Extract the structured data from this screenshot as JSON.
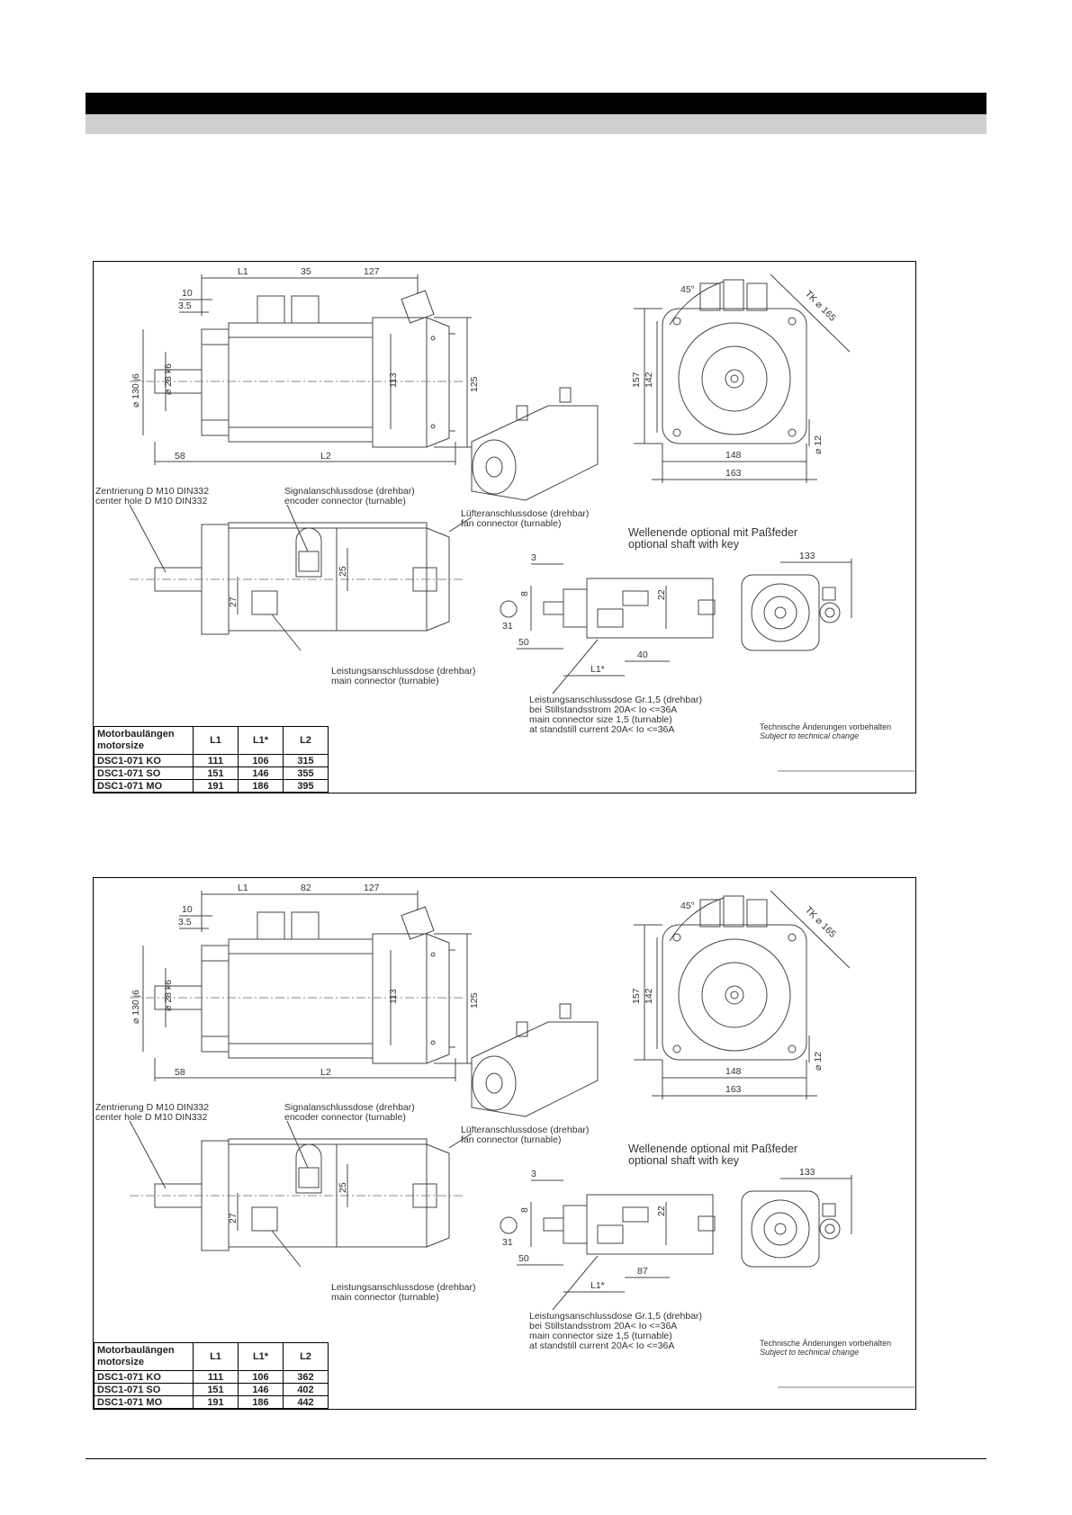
{
  "drawings": [
    {
      "dims": {
        "l1": "L1",
        "mid": "35",
        "right": "127",
        "d10": "10",
        "d35": "3.5",
        "d113": "113",
        "d125": "125",
        "shaft": "⌀ 28 k6",
        "flange": "⌀ 130 j6",
        "d58": "58",
        "l2": "L2",
        "a45": "45°",
        "tk": "TK ⌀ 165",
        "d157": "157",
        "d142": "142",
        "d12": "⌀ 12",
        "d148": "148",
        "d163": "163",
        "d27": "27",
        "d25": "25",
        "s3": "3",
        "s8": "8",
        "s31": "31",
        "s50": "50",
        "s22": "22",
        "s40": "40",
        "sl1s": "L1*",
        "s133": "133"
      },
      "labels": {
        "center_de": "Zentrierung D M10 DIN332",
        "center_en": "center hole D M10 DIN332",
        "signal_de": "Signalanschlussdose (drehbar)",
        "signal_en": "encoder connector (turnable)",
        "fan_de": "Lüfteranschlussdose (drehbar)",
        "fan_en": "fan connector (turnable)",
        "shaft_de": "Wellenende optional mit Paßfeder",
        "shaft_en": "optional shaft with key",
        "power_de": "Leistungsanschlussdose (drehbar)",
        "power_en": "main connector (turnable)",
        "gr_de1": "Leistungsanschlussdose Gr.1,5 (drehbar)",
        "gr_de2": "bei Stillstandsstrom 20A< Io <=36A",
        "gr_en1": "main connector size 1,5 (turnable)",
        "gr_en2": "at standstill current 20A< Io <=36A",
        "tech_de": "Technische Änderungen vorbehalten",
        "tech_en": "Subject to technical change"
      },
      "table": {
        "head1": "Motorbaulängen",
        "head2": "motorsize",
        "cols": [
          "L1",
          "L1*",
          "L2"
        ],
        "rows": [
          {
            "name": "DSC1-071 KO",
            "l1": "111",
            "l1s": "106",
            "l2": "315"
          },
          {
            "name": "DSC1-071 SO",
            "l1": "151",
            "l1s": "146",
            "l2": "355"
          },
          {
            "name": "DSC1-071 MO",
            "l1": "191",
            "l1s": "186",
            "l2": "395"
          }
        ]
      }
    },
    {
      "dims": {
        "l1": "L1",
        "mid": "82",
        "right": "127",
        "d10": "10",
        "d35": "3.5",
        "d113": "113",
        "d125": "125",
        "shaft": "⌀ 28 k6",
        "flange": "⌀ 130 j6",
        "d58": "58",
        "l2": "L2",
        "a45": "45°",
        "tk": "TK ⌀ 165",
        "d157": "157",
        "d142": "142",
        "d12": "⌀ 12",
        "d148": "148",
        "d163": "163",
        "d27": "27",
        "d25": "25",
        "s3": "3",
        "s8": "8",
        "s31": "31",
        "s50": "50",
        "s22": "22",
        "s40": "87",
        "sl1s": "L1*",
        "s133": "133"
      },
      "labels": {
        "center_de": "Zentrierung D M10 DIN332",
        "center_en": "center hole D M10 DIN332",
        "signal_de": "Signalanschlussdose (drehbar)",
        "signal_en": "encoder connector (turnable)",
        "fan_de": "Lüfteranschlussdose (drehbar)",
        "fan_en": "fan connector (turnable)",
        "shaft_de": "Wellenende optional mit Paßfeder",
        "shaft_en": "optional shaft with key",
        "power_de": "Leistungsanschlussdose (drehbar)",
        "power_en": "main connector (turnable)",
        "gr_de1": "Leistungsanschlussdose Gr.1,5 (drehbar)",
        "gr_de2": "bei Stillstandsstrom 20A< Io <=36A",
        "gr_en1": "main connector size 1,5 (turnable)",
        "gr_en2": "at standstill current 20A< Io <=36A",
        "tech_de": "Technische Änderungen vorbehalten",
        "tech_en": "Subject to technical change"
      },
      "table": {
        "head1": "Motorbaulängen",
        "head2": "motorsize",
        "cols": [
          "L1",
          "L1*",
          "L2"
        ],
        "rows": [
          {
            "name": "DSC1-071 KO",
            "l1": "111",
            "l1s": "106",
            "l2": "362"
          },
          {
            "name": "DSC1-071 SO",
            "l1": "151",
            "l1s": "146",
            "l2": "402"
          },
          {
            "name": "DSC1-071 MO",
            "l1": "191",
            "l1s": "186",
            "l2": "442"
          }
        ]
      }
    }
  ]
}
